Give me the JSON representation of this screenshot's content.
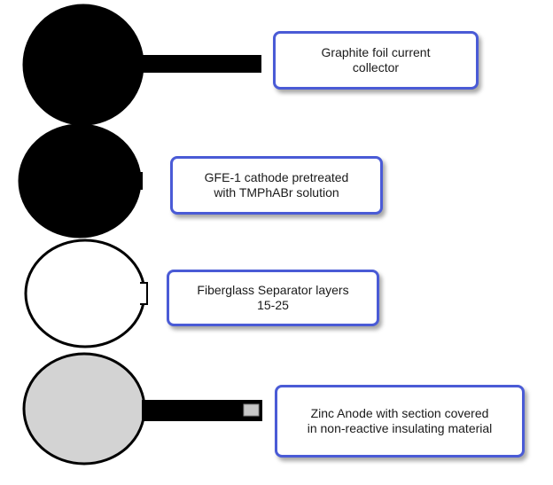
{
  "components": [
    {
      "id": "graphite-foil",
      "label_lines": [
        "Graphite foil current",
        "collector"
      ],
      "fill": "#000000",
      "stroke": "#000000",
      "has_tab": true,
      "tab_fill": "#000000",
      "tab_insulated_end": false
    },
    {
      "id": "gfe-cathode",
      "label_lines": [
        "GFE-1 cathode pretreated",
        "with TMPhABr solution"
      ],
      "fill": "#000000",
      "stroke": "#000000",
      "has_tab": false
    },
    {
      "id": "fiberglass-separator",
      "label_lines": [
        "Fiberglass Separator layers",
        "15-25"
      ],
      "fill": "#ffffff",
      "stroke": "#000000",
      "has_tab": false
    },
    {
      "id": "zinc-anode",
      "label_lines": [
        "Zinc Anode with section covered",
        "in non-reactive insulating material"
      ],
      "fill": "#d3d3d3",
      "stroke": "#000000",
      "has_tab": true,
      "tab_fill": "#000000",
      "tab_insulated_end": true,
      "insulation_fill": "#c8c8c8"
    }
  ],
  "colors": {
    "label_border": "#4a5bd6",
    "label_text": "#1a1a1a",
    "background": "#ffffff"
  }
}
